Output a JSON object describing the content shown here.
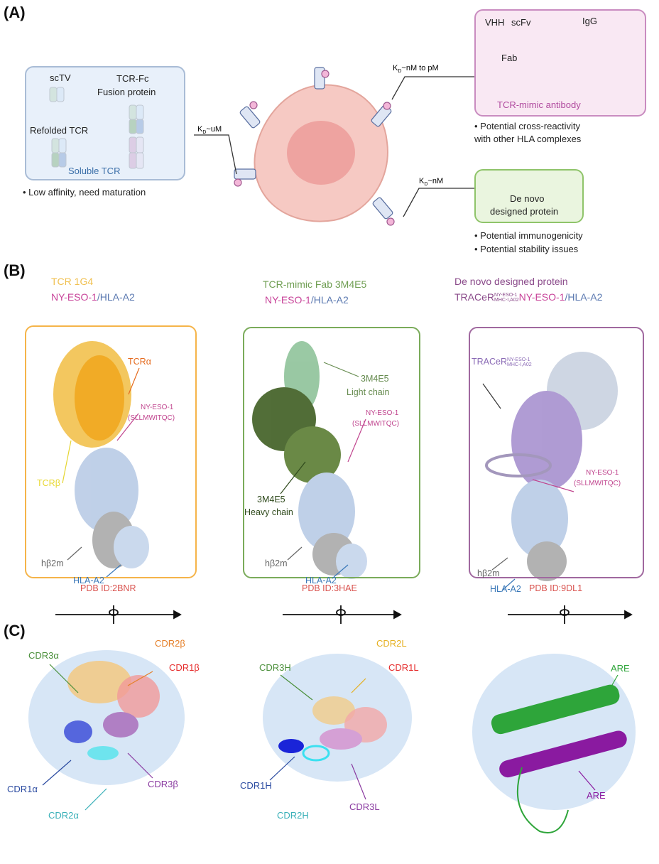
{
  "panels": {
    "a": "(A)",
    "b": "(B)",
    "c": "(C)"
  },
  "panel_a": {
    "soluble_tcr": {
      "title": "Soluble TCR",
      "sctv": "scTV",
      "tcr_fc": "TCR-Fc",
      "fusion": "Fusion protein",
      "refolded": "Refolded TCR",
      "note": "• Low affinity, need maturation",
      "kd": "K",
      "kd_sub": "D",
      "kd_val": "~uM"
    },
    "tcr_mimic": {
      "title": "TCR-mimic antibody",
      "vhh": "VHH",
      "scfv": "scFv",
      "igg": "IgG",
      "fab": "Fab",
      "note1": "• Potential cross-reactivity",
      "note2": "with other HLA complexes",
      "kd": "K",
      "kd_sub": "D",
      "kd_val": "~nM to pM"
    },
    "de_novo": {
      "title1": "De novo",
      "title2": "designed protein",
      "note1": "• Potential immunogenicity",
      "note2": "• Potential stability issues",
      "kd": "K",
      "kd_sub": "D",
      "kd_val": "~nM"
    }
  },
  "panel_b": [
    {
      "title": "TCR 1G4",
      "subtitle_a": "NY-ESO-1",
      "subtitle_sep": "/",
      "subtitle_b": "HLA-A2",
      "labels": {
        "l1": "TCRα",
        "l2": "NY-ESO-1",
        "l3": "(SLLMWITQC)",
        "l4": "TCRβ",
        "l5": "hβ2m",
        "l6": "HLA-A2"
      },
      "pdb": "PDB ID:2BNR",
      "colors": {
        "border": "#f5b449",
        "main": "#f2a81d"
      }
    },
    {
      "title": "TCR-mimic Fab 3M4E5",
      "subtitle_a": "NY-ESO-1",
      "subtitle_sep": "/",
      "subtitle_b": "HLA-A2",
      "labels": {
        "l1": "3M4E5",
        "l1b": "Light chain",
        "l2": "NY-ESO-1",
        "l3": "(SLLMWITQC)",
        "l4": "3M4E5",
        "l4b": "Heavy chain",
        "l5": "hβ2m",
        "l6": "HLA-A2"
      },
      "pdb": "PDB ID:3HAE",
      "colors": {
        "border": "#7aab5a",
        "main": "#4f6e2c"
      }
    },
    {
      "title": "De novo designed protein",
      "subtitle_pre": "TRACeR",
      "subtitle_sup": "NY-ESO-1",
      "subtitle_sub": "MHC-I,A02",
      "subtitle_a": "NY-ESO-1",
      "subtitle_sep": "/",
      "subtitle_b": "HLA-A2",
      "labels": {
        "l1": "TRACeR",
        "l1sup": "NY-ESO-1",
        "l1sub": "MHC-I,A02",
        "l2": "NY-ESO-1",
        "l3": "(SLLMWITQC)",
        "l5": "hβ2m",
        "l6": "HLA-A2"
      },
      "pdb": "PDB ID:9DL1",
      "colors": {
        "border": "#a0689f",
        "main": "#a88ccc"
      }
    }
  ],
  "panel_c": [
    {
      "labels": {
        "cdr3a": "CDR3α",
        "cdr2b": "CDR2β",
        "cdr1b": "CDR1β",
        "cdr1a": "CDR1α",
        "cdr2a": "CDR2α",
        "cdr3b": "CDR3β"
      }
    },
    {
      "labels": {
        "cdr3h": "CDR3H",
        "cdr2l": "CDR2L",
        "cdr1l": "CDR1L",
        "cdr1h": "CDR1H",
        "cdr2h": "CDR2H",
        "cdr3l": "CDR3L"
      }
    },
    {
      "labels": {
        "are1": "ARE",
        "are2": "ARE"
      }
    }
  ]
}
